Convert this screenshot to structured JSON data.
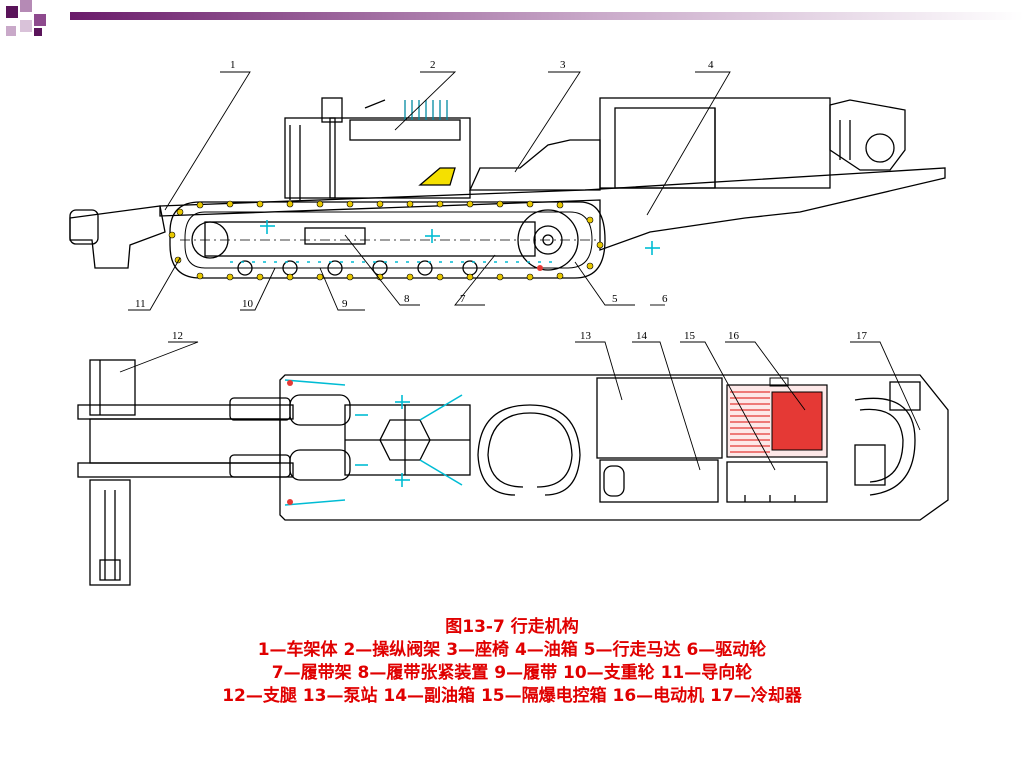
{
  "caption": {
    "title": "图13-7 行走机构",
    "lines": [
      "1—车架体 2—操纵阀架 3—座椅 4—油箱 5—行走马达 6—驱动轮",
      "7—履带架 8—履带张紧装置 9—履带 10—支重轮 11—导向轮",
      "12—支腿 13—泵站 14—副油箱 15—隔爆电控箱 16—电动机 17—冷却器"
    ]
  },
  "callouts": [
    "1",
    "2",
    "3",
    "4",
    "5",
    "6",
    "7",
    "8",
    "9",
    "10",
    "11",
    "12",
    "13",
    "14",
    "15",
    "16",
    "17"
  ],
  "colors": {
    "caption": "#e00000",
    "accent_cyan": "#00bcd4",
    "motor_red": "#e53935",
    "seat_yellow": "#f5e000",
    "deco_purple": "#6a1b6a"
  }
}
